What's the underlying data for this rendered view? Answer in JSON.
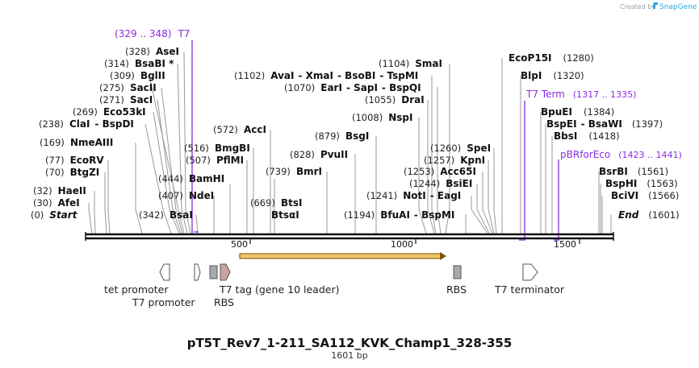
{
  "credit": {
    "text": "Created by",
    "brand": "SnapGene"
  },
  "plasmid": {
    "name": "pT5T_Rev7_1-211_SA112_KVK_Champ1_328-355",
    "length_label": "1601 bp"
  },
  "scale_ticks": [
    "500",
    "1000",
    "1500"
  ],
  "enzymes_left": [
    {
      "num": "(328)",
      "name": "AseI"
    },
    {
      "num": "(314)",
      "name": "BsaBI *"
    },
    {
      "num": "(309)",
      "name": "BglII"
    },
    {
      "num": "(275)",
      "name": "SacII"
    },
    {
      "num": "(271)",
      "name": "SacI"
    },
    {
      "num": "(269)",
      "name": "Eco53kI"
    },
    {
      "num": "(238)",
      "name": "ClaI",
      "name2": "BspDI"
    },
    {
      "num": "(169)",
      "name": "NmeAIII"
    },
    {
      "num": "(77)",
      "name": "EcoRV"
    },
    {
      "num": "(70)",
      "name": "BtgZI"
    },
    {
      "num": "(444)",
      "name": "BamHI"
    },
    {
      "num": "(32)",
      "name": "HaeII"
    },
    {
      "num": "(407)",
      "name": "NdeI"
    },
    {
      "num": "(30)",
      "name": "AfeI"
    },
    {
      "num": "(0)",
      "name": "Start"
    },
    {
      "num": "(342)",
      "name": "BsaI"
    }
  ],
  "enzymes_mid": [
    {
      "num": "(1102)",
      "name": "AvaI",
      "name2": "XmaI",
      "name3": "BsoBI",
      "name4": "TspMI"
    },
    {
      "num": "(1104)",
      "name": "SmaI"
    },
    {
      "num": "(1070)",
      "name": "EarI",
      "name2": "SapI",
      "name3": "BspQI"
    },
    {
      "num": "(1055)",
      "name": "DraI"
    },
    {
      "num": "(1008)",
      "name": "NspI"
    },
    {
      "num": "(572)",
      "name": "AccI"
    },
    {
      "num": "(879)",
      "name": "BsgI"
    },
    {
      "num": "(516)",
      "name": "BmgBI"
    },
    {
      "num": "(507)",
      "name": "PflMI"
    },
    {
      "num": "(828)",
      "name": "PvuII"
    },
    {
      "num": "(739)",
      "name": "BmrI"
    },
    {
      "num": "(669)",
      "name": "BtsI"
    },
    {
      "num": "(1260)",
      "name": "SpeI"
    },
    {
      "num": "(1257)",
      "name": "KpnI"
    },
    {
      "num": "(1253)",
      "name": "Acc65I"
    },
    {
      "num": "(1244)",
      "name": "BsiEI"
    },
    {
      "num": "(1241)",
      "name": "NotI",
      "name2": "EagI"
    },
    {
      "num": "(1194)",
      "name": "BfuAI",
      "name2": "BspMI"
    },
    {
      "name": "BtsαI"
    }
  ],
  "enzymes_right": [
    {
      "num": "(1280)",
      "name": "EcoP15I"
    },
    {
      "num": "(1320)",
      "name": "BlpI"
    },
    {
      "num": "(1384)",
      "name": "BpuEI"
    },
    {
      "num": "(1397)",
      "name": "BspEI",
      "name2": "BsaWI"
    },
    {
      "num": "(1418)",
      "name": "BbsI"
    },
    {
      "num": "(1561)",
      "name": "BsrBI"
    },
    {
      "num": "(1563)",
      "name": "BspHI"
    },
    {
      "num": "(1566)",
      "name": "BciVI"
    },
    {
      "num": "(1601)",
      "name": "End"
    }
  ],
  "primers": [
    {
      "range": "(329 .. 348)",
      "name": "T7"
    },
    {
      "name": "T7 Term",
      "range": "(1317 .. 1335)"
    },
    {
      "name": "pBRforEco",
      "range": "(1423 .. 1441)"
    }
  ],
  "features": [
    {
      "label": "tet promoter"
    },
    {
      "label": "T7 promoter"
    },
    {
      "label": "T7 tag (gene 10 leader)"
    },
    {
      "label": "RBS"
    },
    {
      "label": "RBS"
    },
    {
      "label": "T7 terminator"
    }
  ],
  "colors": {
    "backbone": "#111111",
    "primer": "#8a2be2",
    "orf_fill": "#f2c46d",
    "orf_stroke": "#7a5500",
    "rbs": "#a6a9ad",
    "t7tag": "#c9a3a3",
    "credit": "#9aa3ad",
    "brand": "#29a8e0"
  }
}
